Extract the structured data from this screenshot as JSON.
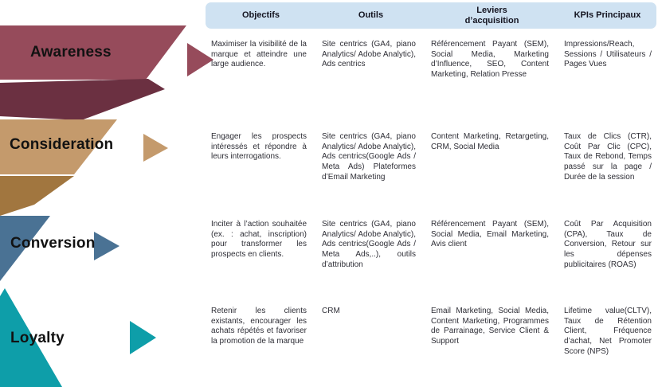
{
  "title": "Marketing funnel table",
  "colors": {
    "header_bg": "#cfe2f2",
    "body_text": "#2e2e36"
  },
  "stages": [
    {
      "label": "Awareness",
      "color": "#964b5b",
      "shadow": "#6b3041"
    },
    {
      "label": "Consideration",
      "color": "#c49a6c",
      "shadow": "#a1763f"
    },
    {
      "label": "Conversion",
      "color": "#4a7294",
      "shadow": "#4a7294"
    },
    {
      "label": "Loyalty",
      "color": "#0e9ea9",
      "shadow": "#0e9ea9"
    }
  ],
  "table": {
    "columns": [
      "Objectifs",
      "Outils",
      "Leviers d’acquisition",
      "KPIs Principaux"
    ]
  },
  "rows": [
    {
      "stage": "Awareness",
      "objectifs": "Maximiser la visibilité de la marque et atteindre une large audience.",
      "outils": "Site centrics (GA4, piano Analytics/ Adobe Analytic), Ads centrics",
      "leviers": "Référencement Payant (SEM), Social Media, Marketing d’Influence, SEO, Content Marketing, Relation Presse",
      "kpis": "Impressions/Reach, Sessions / Utilisateurs / Pages Vues"
    },
    {
      "stage": "Consideration",
      "objectifs": "Engager les prospects intéressés et répondre à leurs interrogations.",
      "outils": "Site centrics (GA4, piano Analytics/ Adobe Analytic), Ads centrics(Google Ads / Meta Ads) Plateformes d’Email Marketing",
      "leviers": "Content Marketing, Retargeting, CRM, Social Media",
      "kpis": "Taux de Clics (CTR), Coût Par Clic (CPC), Taux de Rebond, Temps passé sur la page / Durée de la session"
    },
    {
      "stage": "Conversion",
      "objectifs": "Inciter à l’action souhaitée (ex. : achat, inscription) pour transformer les prospects en clients.",
      "outils": "Site centrics (GA4, piano Analytics/ Adobe Analytic), Ads centrics(Google Ads / Meta Ads,..), outils d’attribution",
      "leviers": "Référencement Payant (SEM), Social Media, Email Marketing, Avis client",
      "kpis": "Coût Par Acquisition (CPA), Taux de Conversion, Retour sur les dépenses publicitaires (ROAS)"
    },
    {
      "stage": "Loyalty",
      "objectifs": "Retenir les clients existants, encourager les achats répétés et favoriser la promotion de la marque",
      "outils": "CRM",
      "leviers": "Email Marketing, Social Media, Content Marketing, Programmes de Parrainage, Service Client & Support",
      "kpis": "Lifetime value(CLTV), Taux de Rétention Client, Fréquence d’achat, Net Promoter Score (NPS)"
    }
  ]
}
